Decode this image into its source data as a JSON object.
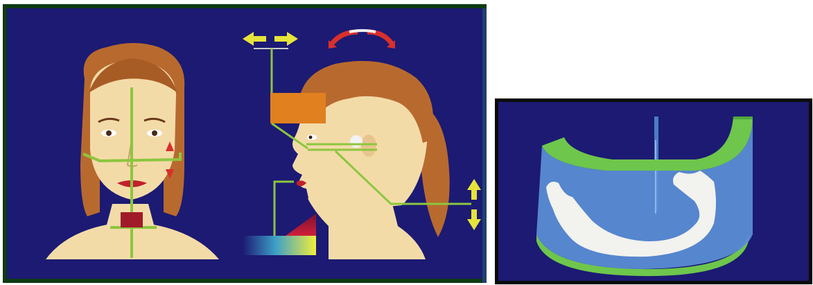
{
  "figure": {
    "panels": [
      {
        "id": "positioning-illustration",
        "views": [
          "frontal-view",
          "lateral-view"
        ]
      },
      {
        "id": "jaw-section-illustration",
        "views": [
          "curved-layer-model"
        ]
      }
    ]
  },
  "icons": {
    "horizontal_arrow": "left-right-arrow-icon",
    "rotation_arrow": "curved-rotation-arrows-icon",
    "vertical_arrow": "up-down-arrow-icon",
    "vertical_triangles": "red-triangle-markers-icon"
  },
  "colors": {
    "background_navy": "#1c1a73",
    "panel_border_dark_green": "#0d3b12",
    "panel_shadow_blue": "#1f3f73",
    "guide_line_green": "#8dc63f",
    "skin": "#f3dba8",
    "hair": "#b86a2e",
    "lips": "#c0202c",
    "chin_block": "#a11a2a",
    "head_holder_orange": "#e0801f",
    "arrow_yellow": "#e6e43a",
    "arrow_red": "#d9302a",
    "jaw_blue": "#5b8fd6",
    "jaw_band_green": "#6ec64c",
    "bone_white": "#f2f2ee"
  }
}
